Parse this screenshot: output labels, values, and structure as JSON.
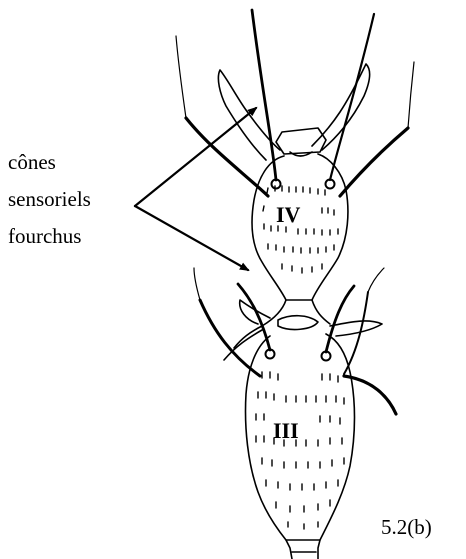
{
  "annotation": {
    "lines": [
      "cônes",
      "sensoriels",
      "fourchus"
    ]
  },
  "segments": {
    "upper": "IV",
    "lower": "III"
  },
  "figure_id": "5.2(b)",
  "colors": {
    "ink": "#000000",
    "background": "#ffffff"
  }
}
